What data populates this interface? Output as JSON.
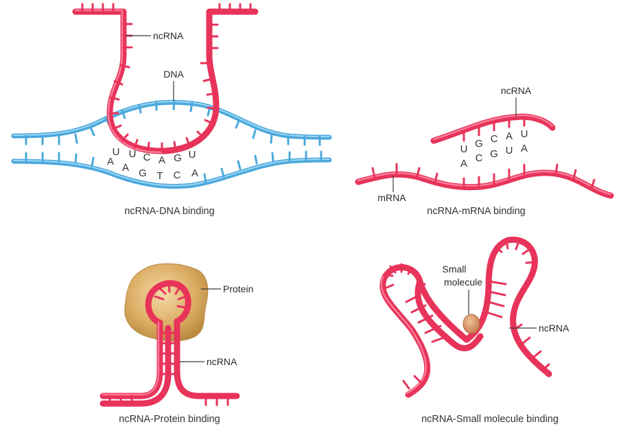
{
  "colors": {
    "rna": "#e8335a",
    "dna": "#4aa8dc",
    "protein": "#d9a85c",
    "small_molecule": "#d48a55"
  },
  "panels": {
    "dna_binding": {
      "caption": "ncRNA-DNA binding",
      "ncrna_label": "ncRNA",
      "dna_label": "DNA",
      "rna_bases": [
        "U",
        "U",
        "C",
        "A",
        "G",
        "U"
      ],
      "dna_bases": [
        "A",
        "A",
        "G",
        "T",
        "C",
        "A"
      ]
    },
    "mrna_binding": {
      "caption": "ncRNA-mRNA binding",
      "ncrna_label": "ncRNA",
      "mrna_label": "mRNA",
      "ncrna_bases": [
        "U",
        "G",
        "C",
        "A",
        "U"
      ],
      "mrna_bases": [
        "A",
        "C",
        "G",
        "U",
        "A"
      ]
    },
    "protein_binding": {
      "caption": "ncRNA-Protein binding",
      "protein_label": "Protein",
      "ncrna_label": "ncRNA"
    },
    "small_molecule_binding": {
      "caption": "ncRNA-Small molecule binding",
      "molecule_label_line1": "Small",
      "molecule_label_line2": "molecule",
      "ncrna_label": "ncRNA"
    }
  }
}
